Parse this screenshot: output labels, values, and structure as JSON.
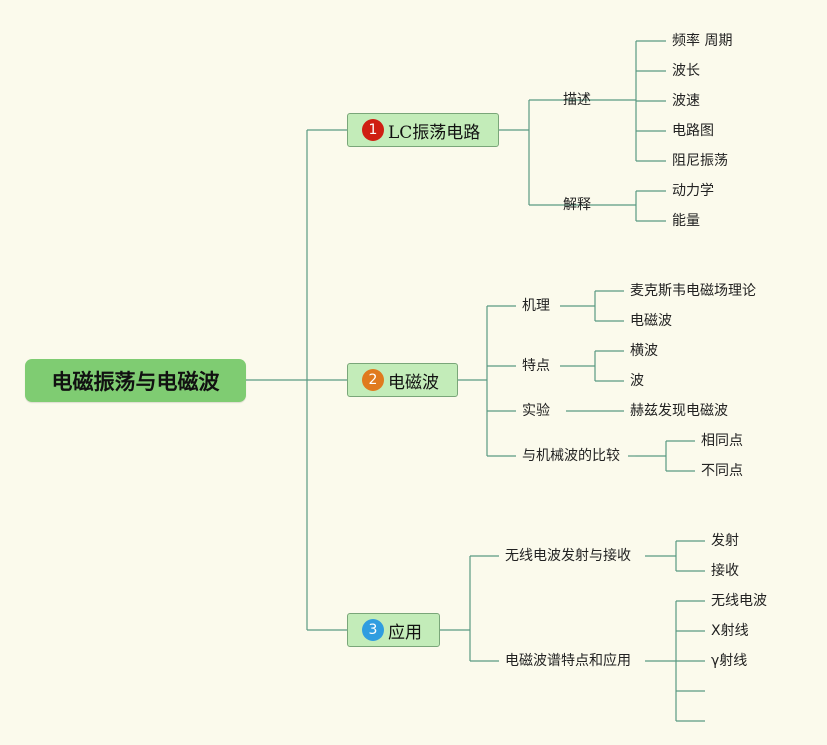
{
  "root": {
    "label": "电磁振荡与电磁波"
  },
  "colors": {
    "line": "#5a9a82",
    "root_fill": "#7fcc72",
    "branch_fill": "#c3ecb9",
    "branch_border": "#7aa679",
    "badge_1": "#cf1e12",
    "badge_2": "#e07a1e",
    "badge_3": "#2f9de0"
  },
  "branches": [
    {
      "number": "1",
      "label": "LC振荡电路",
      "children": [
        {
          "label": "描述",
          "children": [
            "频率 周期",
            "波长",
            "波速",
            "电路图",
            "阻尼振荡"
          ]
        },
        {
          "label": "解释",
          "children": [
            "动力学",
            "能量"
          ]
        }
      ]
    },
    {
      "number": "2",
      "label": "电磁波",
      "children": [
        {
          "label": "机理",
          "children": [
            "麦克斯韦电磁场理论",
            "电磁波"
          ]
        },
        {
          "label": "特点",
          "children": [
            "横波",
            "波"
          ]
        },
        {
          "label": "实验",
          "children": [
            "赫兹发现电磁波"
          ]
        },
        {
          "label": "与机械波的比较",
          "children": [
            "相同点",
            "不同点"
          ]
        }
      ]
    },
    {
      "number": "3",
      "label": "应用",
      "children": [
        {
          "label": "无线电波发射与接收",
          "children": [
            "发射",
            "接收"
          ]
        },
        {
          "label": "电磁波谱特点和应用",
          "children": [
            "无线电波",
            "X射线",
            "γ射线",
            "",
            ""
          ]
        }
      ]
    }
  ]
}
